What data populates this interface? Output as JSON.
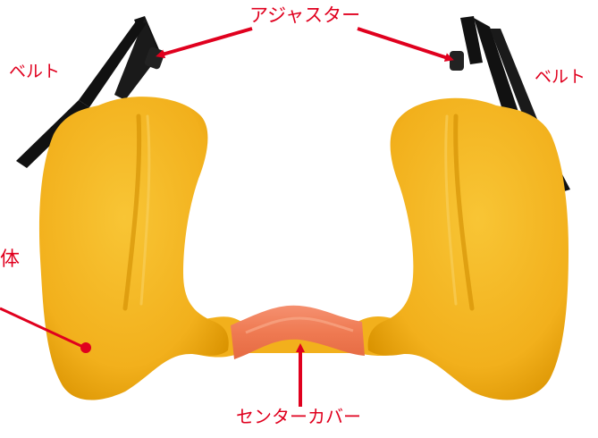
{
  "labels": {
    "adjuster": "アジャスター",
    "belt_left": "ベルト",
    "belt_right": "ベルト",
    "body": "体",
    "center_cover": "センターカバー"
  },
  "colors": {
    "annotation": "#e0001e",
    "cushion": "#f5b61f",
    "cushion_shadow": "#d99400",
    "center_cover": "#f07a55",
    "belt": "#111111",
    "background": "#ffffff"
  }
}
